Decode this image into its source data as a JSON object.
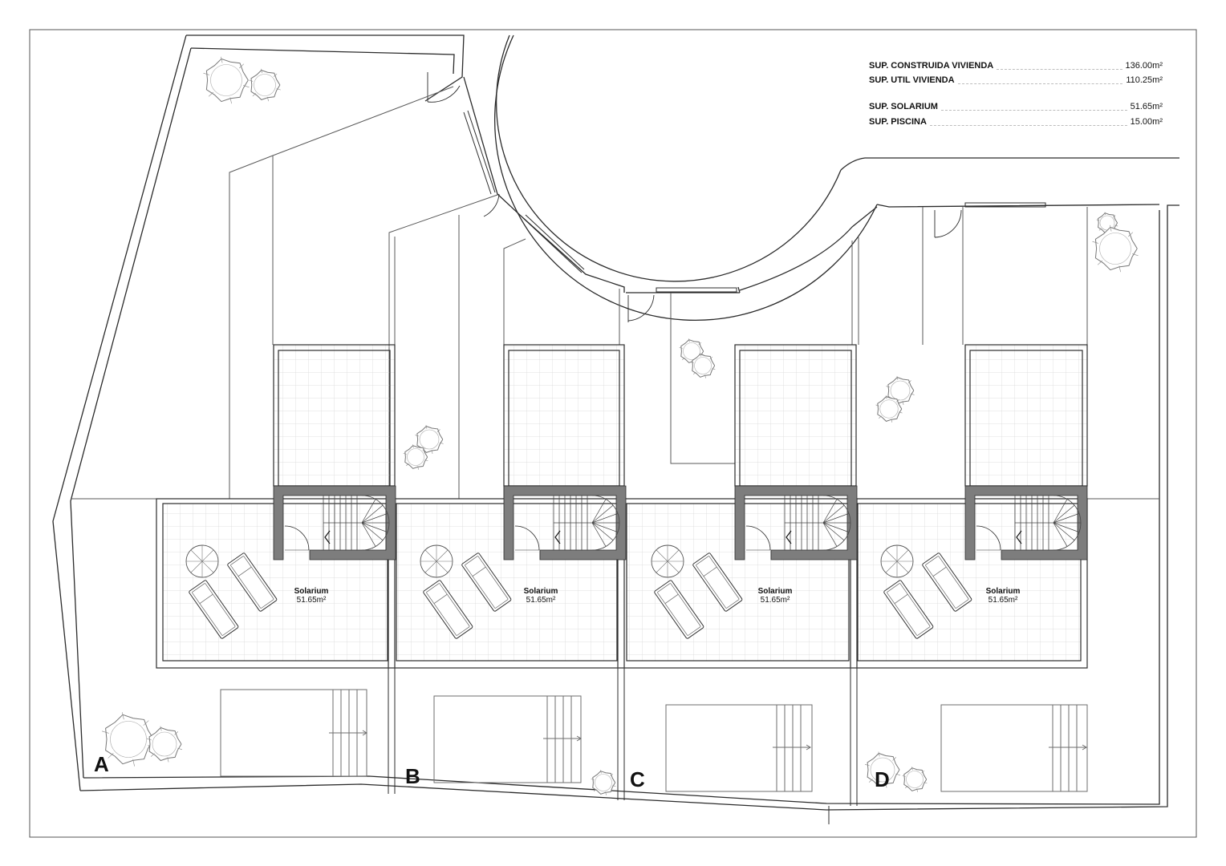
{
  "legend": [
    {
      "label": "SUP. CONSTRUIDA VIVIENDA",
      "value": "136.00m²"
    },
    {
      "label": "SUP. UTIL VIVIENDA",
      "value": "110.25m²"
    },
    {
      "label": "SUP. SOLARIUM",
      "value": "51.65m²"
    },
    {
      "label": "SUP. PISCINA",
      "value": "15.00m²"
    }
  ],
  "solariums": [
    {
      "title": "Solarium",
      "area": "51.65m²"
    },
    {
      "title": "Solarium",
      "area": "51.65m²"
    },
    {
      "title": "Solarium",
      "area": "51.65m²"
    },
    {
      "title": "Solarium",
      "area": "51.65m²"
    }
  ],
  "units": [
    "A",
    "B",
    "C",
    "D"
  ],
  "colors": {
    "line": "#2b2b2b",
    "thin": "#9a9a9a",
    "grid": "#d9d9d9",
    "wall": "#7d7d7d"
  }
}
